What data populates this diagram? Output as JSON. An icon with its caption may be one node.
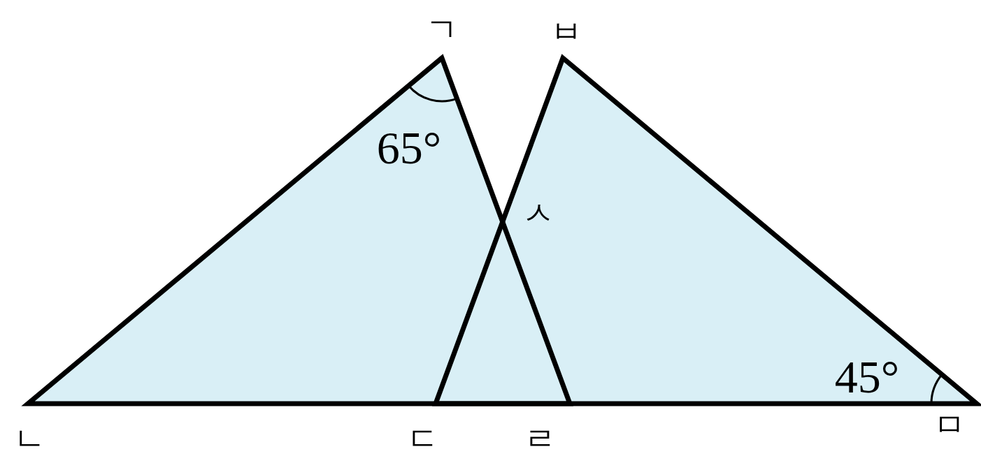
{
  "diagram": {
    "labels": [
      "ㄱ",
      "ㅂ",
      "65°",
      "ㅅ",
      "45°",
      "ㄴ",
      "ㄷ",
      "ㄹ",
      "ㅁ"
    ]
  }
}
